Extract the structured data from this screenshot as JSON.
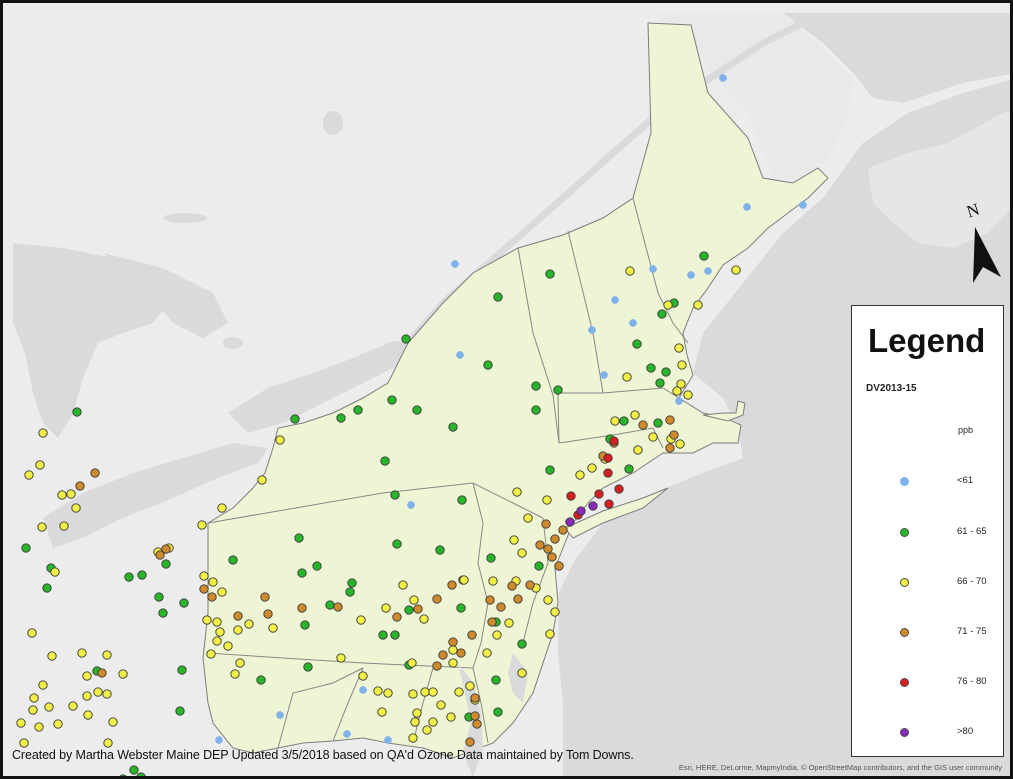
{
  "colors": {
    "water": "#d9dadc",
    "land_outside": "#ececec",
    "study_area": "#eef5d4",
    "state_border": "#808080"
  },
  "legend": {
    "title": "Legend",
    "layer": "DV2013-15",
    "unit": "ppb",
    "classes": [
      {
        "label": "<61",
        "color": "#7fb2ec"
      },
      {
        "label": "61 - 65",
        "color": "#27b629"
      },
      {
        "label": "66 - 70",
        "color": "#f3f045"
      },
      {
        "label": "71 - 75",
        "color": "#cf8a2c"
      },
      {
        "label": "76 - 80",
        "color": "#d71f1f"
      },
      {
        "label": ">80",
        "color": "#8b2ab8"
      }
    ]
  },
  "north_arrow": {
    "label": "N"
  },
  "credit": "Created by Martha Webster Maine DEP Updated 3/5/2018 based on QA'd Ozone Data maintained by Tom Downs.",
  "attribution": "Esri, HERE, DeLorme, MapmyIndia, © OpenStreetMap contributors, and the GIS user community"
}
